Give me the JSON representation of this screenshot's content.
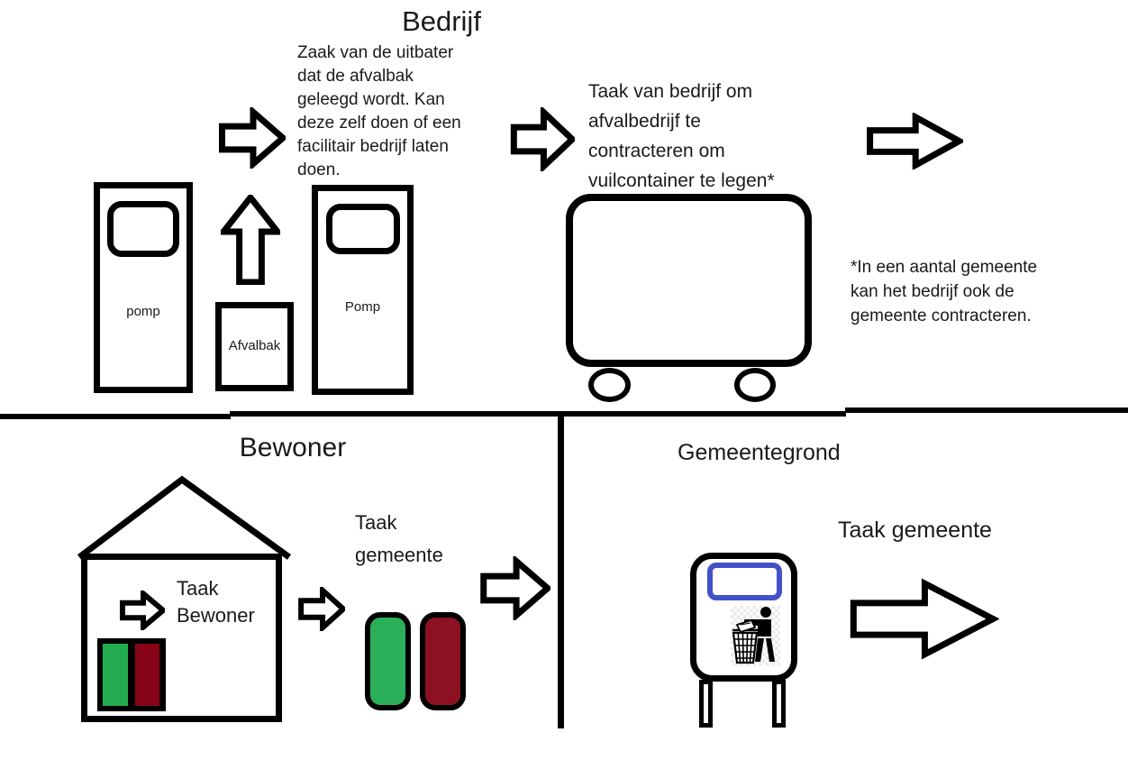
{
  "bedrijf": {
    "title": "Bedrijf",
    "uitbater_note": "Zaak van de uitbater dat de afvalbak geleegd wordt. Kan deze zelf doen of een facilitair bedrijf laten doen.",
    "pump_left_label": "pomp",
    "afvalbak_label": "Afvalbak",
    "pump_right_label": "Pomp",
    "task_text": "Taak van bedrijf om afvalbedrijf te contracteren om vuilcontainer te legen*",
    "footnote": "*In een aantal gemeente kan het bedrijf ook de gemeente contracteren."
  },
  "bewoner": {
    "title": "Bewoner",
    "task_bewoner": "Taak Bewoner",
    "task_gemeente": "Taak gemeente"
  },
  "gemeentegrond": {
    "title": "Gemeentegrond",
    "task_gemeente": "Taak gemeente"
  },
  "colors": {
    "green_bin": "#2bb059",
    "dark_red_bin": "#8e1122",
    "green_panel": "#23ac4f",
    "dark_red_panel": "#870316",
    "blue_window": "#4450c8",
    "line": "#000000"
  }
}
